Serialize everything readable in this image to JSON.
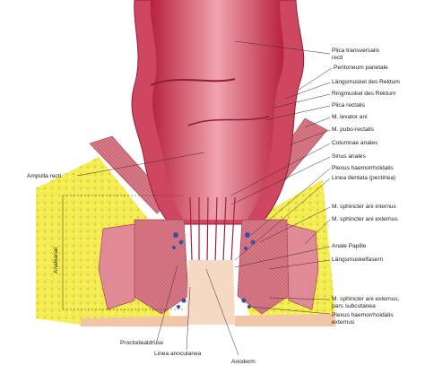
{
  "labels_right": [
    "Plica transversalis",
    "recti",
    "Peritoneum parietale",
    "Längsmuskel des Rektum",
    "Ringmuskel des Rektum",
    "Plica rectalis",
    "M. levator ani",
    "M. pubo-rectalis",
    "Columnae anales",
    "Sinus anales",
    "Plexus haemorrhoidalis",
    "Linea dentata (pectinea)",
    "M. sphincter ani internus",
    "M. sphincter ani externus",
    "Anale Papille",
    "Längsmuskelfasern",
    "M. sphincter ani externus,",
    "pars subcutanea",
    "Plexus haemorrhoidalis",
    "externus"
  ],
  "labels_left": {
    "ampulla": "Ampulla recti",
    "analkanal": "Analkanal"
  },
  "labels_bottom": {
    "proctodeal": "Proctodealdrüse",
    "anocutanea": "Linea anocutanea",
    "anoderm": "Anoderm"
  },
  "colors": {
    "fat": "#f2ea4a",
    "muscle": "#d9697a",
    "mucosa": "#c8243f",
    "lumen": "#e98f9f",
    "skin": "#f5d9c3",
    "vessel": "#3a4fa8"
  }
}
